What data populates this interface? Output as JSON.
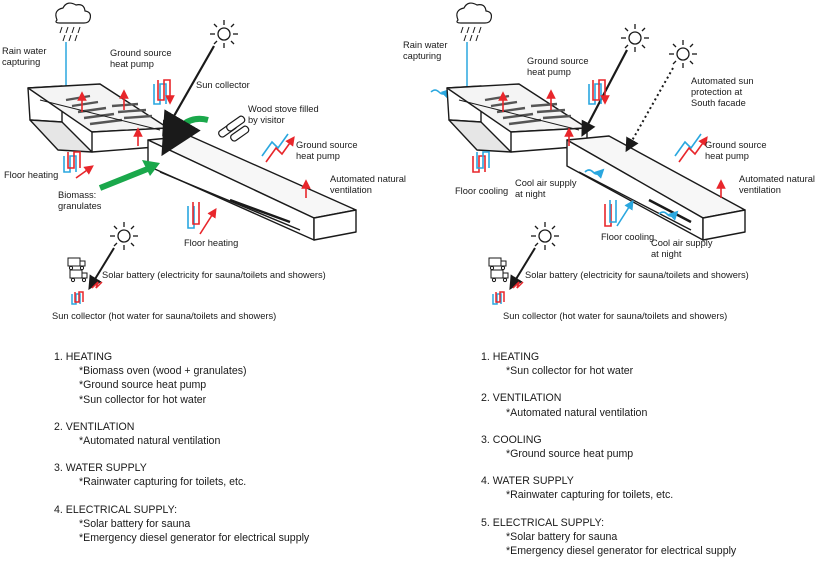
{
  "colors": {
    "heat": "#e8262b",
    "cool": "#2aa7df",
    "green": "#1aa84b",
    "ink": "#1a1a1a"
  },
  "left": {
    "labels": {
      "rain": "Rain water capturing",
      "gshp_top": "Ground source heat pump",
      "sun_collector": "Sun collector",
      "wood_stove": "Wood stove filled by visitor",
      "gshp_right": "Ground source heat pump",
      "ventilation": "Automated natural ventilation",
      "floor_heating_left": "Floor heating",
      "biomass": "Biomass: granulates",
      "floor_heating_bottom": "Floor heating",
      "solar_battery": "Solar battery (electricity for sauna/toilets and showers)",
      "sun_collector_bottom": "Sun collector (hot water for sauna/toilets and showers)"
    },
    "sections": [
      {
        "title": "1. HEATING",
        "items": [
          "*Biomass oven (wood + granulates)",
          "*Ground source heat pump",
          "*Sun collector for hot water"
        ]
      },
      {
        "title": "2. VENTILATION",
        "items": [
          "*Automated natural ventilation"
        ]
      },
      {
        "title": "3. WATER SUPPLY",
        "items": [
          "*Rainwater capturing for toilets, etc."
        ]
      },
      {
        "title": "4. ELECTRICAL SUPPLY:",
        "items": [
          "*Solar battery for sauna",
          "*Emergency diesel generator for electrical supply"
        ]
      }
    ]
  },
  "right": {
    "labels": {
      "rain": "Rain water capturing",
      "gshp_top": "Ground source heat pump",
      "sun_protection": "Automated sun protection at South facade",
      "gshp_right": "Ground source heat pump",
      "ventilation": "Automated natural ventilation",
      "floor_cooling_left": "Floor cooling",
      "cool_air_1": "Cool air supply at night",
      "floor_cooling_bottom": "Floor cooling",
      "cool_air_2": "Cool air supply at night",
      "solar_battery": "Solar battery (electricity for sauna/toilets and showers)",
      "sun_collector_bottom": "Sun collector (hot water for sauna/toilets and showers)"
    },
    "sections": [
      {
        "title": "1. HEATING",
        "items": [
          "*Sun collector for hot water"
        ]
      },
      {
        "title": "2. VENTILATION",
        "items": [
          "*Automated natural ventilation"
        ]
      },
      {
        "title": "3. COOLING",
        "items": [
          "*Ground source heat pump"
        ]
      },
      {
        "title": "4. WATER SUPPLY",
        "items": [
          "*Rainwater capturing for toilets, etc."
        ]
      },
      {
        "title": "5. ELECTRICAL SUPPLY:",
        "items": [
          "*Solar battery for sauna",
          "*Emergency diesel generator for electrical supply"
        ]
      }
    ]
  }
}
